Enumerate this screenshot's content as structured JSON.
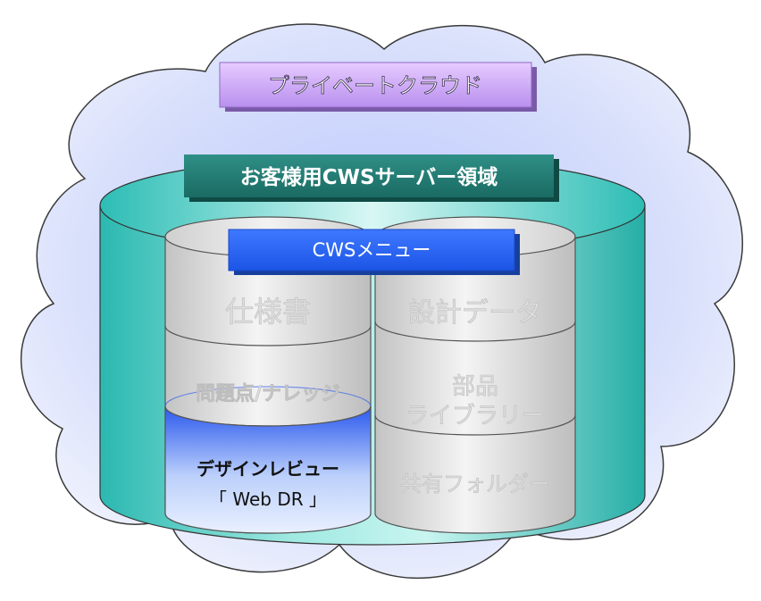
{
  "banners": {
    "private_cloud": "プライベートクラウド",
    "server_area": "お客様用CWSサーバー領域",
    "cws_menu": "CWSメニュー"
  },
  "left_stack": {
    "top": "仕様書",
    "middle": "問題点/ナレッジ",
    "bottom_line1": "デザインレビュー",
    "bottom_line2": "「 Web DR 」"
  },
  "right_stack": {
    "top": "設計データ",
    "middle_line1": "部品",
    "middle_line2": "ライブラリー",
    "bottom": "共有フォルダー"
  },
  "colors": {
    "cloud": "#d2daf8",
    "cylinder": "#2fc4bc",
    "gray_db": "#cfcfcf",
    "highlight_db": "#2e5ff0",
    "banner_purple": "#c9a0f0",
    "banner_teal": "#1f7a72",
    "banner_blue": "#2060ee"
  }
}
